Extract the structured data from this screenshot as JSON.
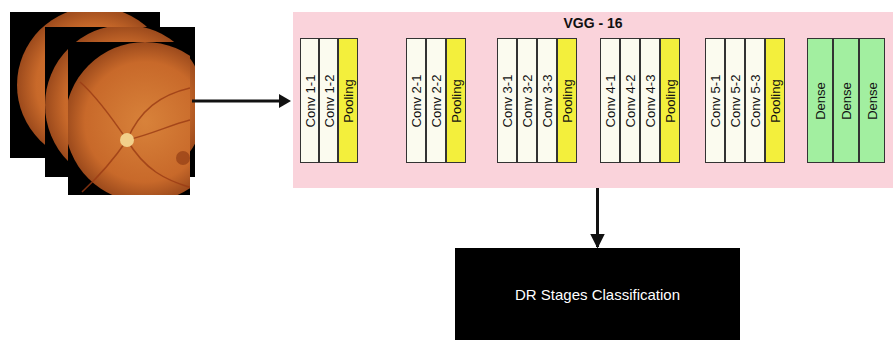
{
  "diagram": {
    "nodes": [
      {
        "text": [
          "VGG - 16"
        ]
      },
      {
        "text": [
          "Conv 1-1"
        ],
        "in": 0
      },
      {
        "text": [
          "Conv 1-2"
        ],
        "in": 0
      },
      {
        "text": [
          "Pooling"
        ],
        "in": 0
      },
      {
        "text": [
          "Conv 2-1"
        ],
        "in": 0
      },
      {
        "text": [
          "Conv 2-2"
        ],
        "in": 0
      },
      {
        "text": [
          "Pooling"
        ],
        "in": 0
      },
      {
        "text": [
          "Conv 3-1"
        ],
        "in": 0
      },
      {
        "text": [
          "Conv 3-2"
        ],
        "in": 0
      },
      {
        "text": [
          "Conv 3-3"
        ],
        "in": 0
      },
      {
        "text": [
          "Pooling"
        ],
        "in": 0
      },
      {
        "text": [
          "Conv 4-1"
        ],
        "in": 0
      },
      {
        "text": [
          "Conv 4-2"
        ],
        "in": 0
      },
      {
        "text": [
          "Conv 4-3"
        ],
        "in": 0
      },
      {
        "text": [
          "Pooling"
        ],
        "in": 0
      },
      {
        "text": [
          "Conv 5-1"
        ],
        "in": 0
      },
      {
        "text": [
          "Conv 5-2"
        ],
        "in": 0
      },
      {
        "text": [
          "Conv 5-3"
        ],
        "in": 0
      },
      {
        "text": [
          "Pooling"
        ],
        "in": 0
      },
      {
        "text": [
          "Dense"
        ],
        "in": 0
      },
      {
        "text": [
          "Dense"
        ],
        "in": 0
      },
      {
        "text": [
          "Dense"
        ],
        "in": 0
      },
      {
        "text": [
          "DR Stages Classification"
        ]
      }
    ],
    "edges": [
      {
        "from": 0,
        "to": 22,
        "arrow": "to"
      }
    ]
  }
}
